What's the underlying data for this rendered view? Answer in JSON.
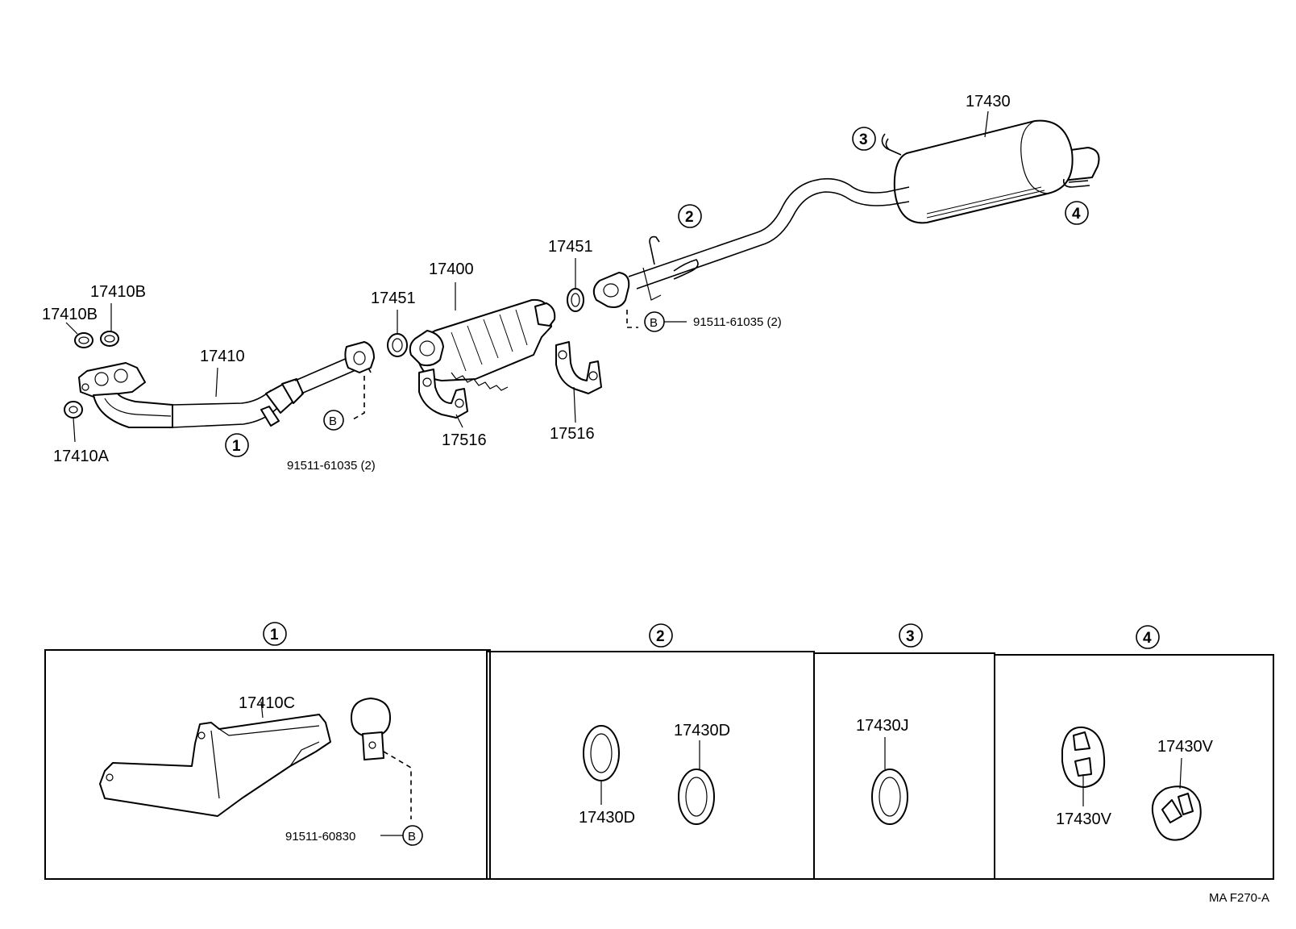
{
  "labels": {
    "muffler": "17430",
    "center_pipe": "",
    "gasket_rear": "17451",
    "gasket_front": "17451",
    "converter": "17400",
    "front_pipe": "17410",
    "gasket_b_top": "17410B",
    "gasket_b_left": "17410B",
    "nut_a": "17410A",
    "bracket_left": "17516",
    "bracket_right": "17516",
    "bolt_front": "91511-61035 (2)",
    "bolt_rear": "91511-61035 (2)",
    "mark_b": "B",
    "footer_code": "MA  F270-A"
  },
  "callouts": [
    "1",
    "2",
    "3",
    "4"
  ],
  "panels": {
    "p1": {
      "bracket": "17410C",
      "bolt": "91511-60830"
    },
    "p2": {
      "ring_a": "17430D",
      "ring_b": "17430D"
    },
    "p3": {
      "ring": "17430J"
    },
    "p4": {
      "hanger_a": "17430V",
      "hanger_b": "17430V"
    }
  }
}
